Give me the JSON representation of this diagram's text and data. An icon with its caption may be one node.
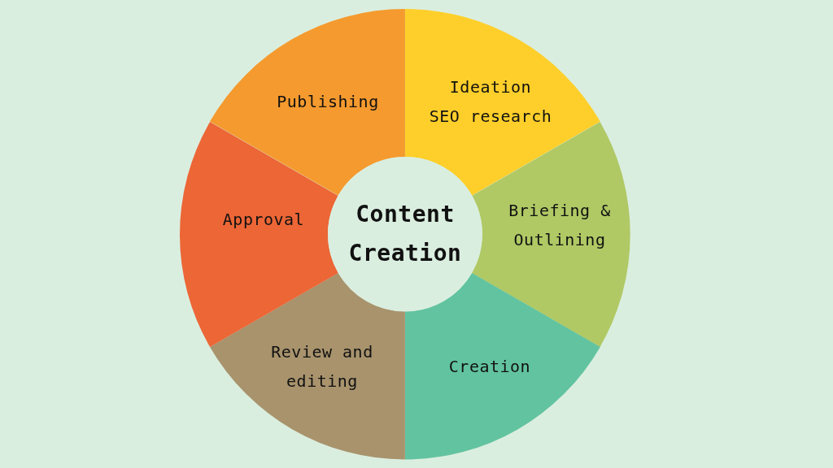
{
  "diagram": {
    "nodes": [
      {
        "text": [
          "Content Creation"
        ]
      },
      {
        "text": [
          "Ideation",
          "SEO research"
        ]
      },
      {
        "text": [
          "Briefing & Outlining"
        ]
      },
      {
        "text": [
          "Creation"
        ]
      },
      {
        "text": [
          "Review and editing"
        ]
      },
      {
        "text": [
          "Approval"
        ]
      },
      {
        "text": [
          "Publishing"
        ]
      }
    ]
  }
}
